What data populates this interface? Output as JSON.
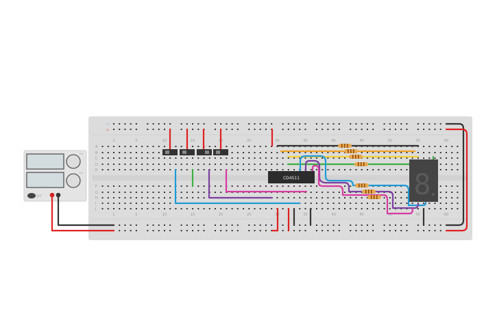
{
  "canvas": {
    "background": "#ffffff"
  },
  "breadboard": {
    "color": "#dcdcdc",
    "row_letters_top": [
      "A",
      "B",
      "C",
      "D",
      "E"
    ],
    "row_letters_bottom": [
      "F",
      "G",
      "H",
      "I",
      "J"
    ],
    "column_labels": [
      "1",
      "5",
      "10",
      "15",
      "20",
      "25",
      "30",
      "35",
      "40",
      "45",
      "50",
      "55",
      "60"
    ],
    "rail_minus": "−",
    "rail_plus": "+"
  },
  "power_supply": {
    "off_label": "OFF",
    "knob_labels": [
      "On",
      "On"
    ]
  },
  "chip": {
    "label": "CD4511"
  },
  "seven_segment": {
    "digit": "8",
    "color": "#333333"
  },
  "colors": {
    "red": "#e02020",
    "black": "#333333",
    "blue": "#1e9ad6",
    "green": "#3cb043",
    "purple": "#7b3fa0",
    "pink": "#d63aa0",
    "orange": "#f0a020",
    "yellow": "#f2d13a"
  }
}
